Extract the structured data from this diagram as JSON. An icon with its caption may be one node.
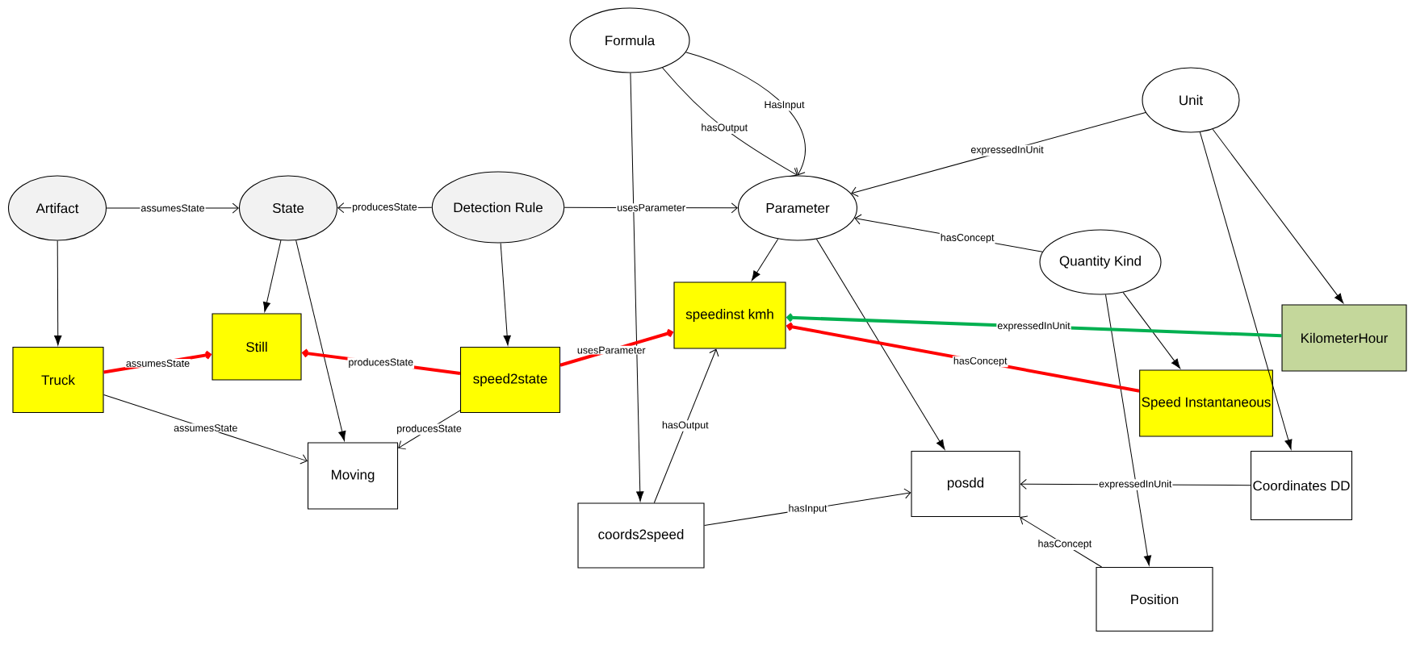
{
  "diagram": {
    "nodes": [
      {
        "text": [
          "Artifact"
        ]
      },
      {
        "text": [
          "State"
        ]
      },
      {
        "text": [
          "Detection Rule"
        ]
      },
      {
        "text": [
          "Formula"
        ]
      },
      {
        "text": [
          "Parameter"
        ]
      },
      {
        "text": [
          "Unit"
        ]
      },
      {
        "text": [
          "Quantity Kind"
        ]
      },
      {
        "text": [
          "Truck"
        ]
      },
      {
        "text": [
          "Still"
        ]
      },
      {
        "text": [
          "speed2state"
        ]
      },
      {
        "text": [
          "Moving"
        ]
      },
      {
        "text": [
          "speedinst kmh"
        ]
      },
      {
        "text": [
          "KilometerHour"
        ]
      },
      {
        "text": [
          "Speed Instantaneous"
        ]
      },
      {
        "text": [
          "coords2speed"
        ]
      },
      {
        "text": [
          "posdd"
        ]
      },
      {
        "text": [
          "Coordinates DD"
        ]
      },
      {
        "text": [
          "Position"
        ]
      }
    ],
    "edges": [
      {
        "from": 0,
        "to": 1,
        "arrow": "to",
        "label": "assumesState"
      },
      {
        "from": 2,
        "to": 1,
        "arrow": "to",
        "label": "producesState"
      },
      {
        "from": 2,
        "to": 4,
        "arrow": "to",
        "label": "usesParameter"
      },
      {
        "from": 3,
        "to": 4,
        "arrow": "to",
        "label": "hasOutput"
      },
      {
        "from": 3,
        "to": 4,
        "arrow": "to",
        "label": "HasInput"
      },
      {
        "from": 5,
        "to": 4,
        "arrow": "to",
        "label": "expressedInUnit"
      },
      {
        "from": 6,
        "to": 4,
        "arrow": "to",
        "label": "hasConcept"
      },
      {
        "from": 0,
        "to": 7,
        "arrow": "to"
      },
      {
        "from": 1,
        "to": 8,
        "arrow": "to"
      },
      {
        "from": 1,
        "to": 10,
        "arrow": "to"
      },
      {
        "from": 2,
        "to": 9,
        "arrow": "to"
      },
      {
        "from": 4,
        "to": 11,
        "arrow": "to"
      },
      {
        "from": 4,
        "to": 15,
        "arrow": "to"
      },
      {
        "from": 3,
        "to": 14,
        "arrow": "to"
      },
      {
        "from": 5,
        "to": 12,
        "arrow": "to"
      },
      {
        "from": 5,
        "to": 16,
        "arrow": "to"
      },
      {
        "from": 6,
        "to": 13,
        "arrow": "to"
      },
      {
        "from": 6,
        "to": 17,
        "arrow": "to"
      },
      {
        "from": 7,
        "to": 8,
        "arrow": "to",
        "label": "assumesState",
        "style": "thick",
        "color": "#ff0000"
      },
      {
        "from": 9,
        "to": 8,
        "arrow": "to",
        "label": "producesState",
        "style": "thick",
        "color": "#ff0000"
      },
      {
        "from": 9,
        "to": 11,
        "arrow": "to",
        "label": "usesParameter",
        "style": "thick",
        "color": "#ff0000"
      },
      {
        "from": 12,
        "to": 11,
        "arrow": "to",
        "label": "expressedInUnit",
        "style": "thick",
        "color": "#00b050"
      },
      {
        "from": 13,
        "to": 11,
        "arrow": "to",
        "label": "hasConcept",
        "style": "thick",
        "color": "#ff0000"
      },
      {
        "from": 7,
        "to": 10,
        "arrow": "to",
        "label": "assumesState"
      },
      {
        "from": 9,
        "to": 10,
        "arrow": "to",
        "label": "producesState"
      },
      {
        "from": 14,
        "to": 11,
        "arrow": "to",
        "label": "hasOutput"
      },
      {
        "from": 14,
        "to": 15,
        "arrow": "to",
        "label": "hasInput"
      },
      {
        "from": 16,
        "to": 15,
        "arrow": "to",
        "label": "expressedInUnit"
      },
      {
        "from": 17,
        "to": 15,
        "arrow": "to",
        "label": "hasConcept"
      }
    ]
  }
}
